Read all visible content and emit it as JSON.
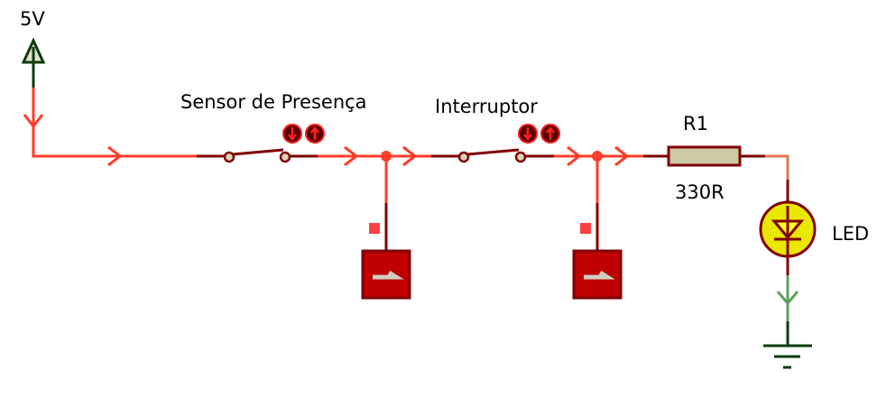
{
  "power": {
    "label": "5V"
  },
  "sensor": {
    "label": "Sensor de Presença"
  },
  "switch": {
    "label": "Interruptor"
  },
  "resistor": {
    "ref": "R1",
    "value": "330R"
  },
  "led": {
    "label": "LED"
  },
  "colors": {
    "wire_active": "#ff3c28",
    "wire_dark": "#800000",
    "ground": "#0b3d0b",
    "led_fill": "#e8e800",
    "button_fill": "#c00000",
    "resistor_fill": "#cdc9a5",
    "ground_wire": "#5fa05f"
  }
}
